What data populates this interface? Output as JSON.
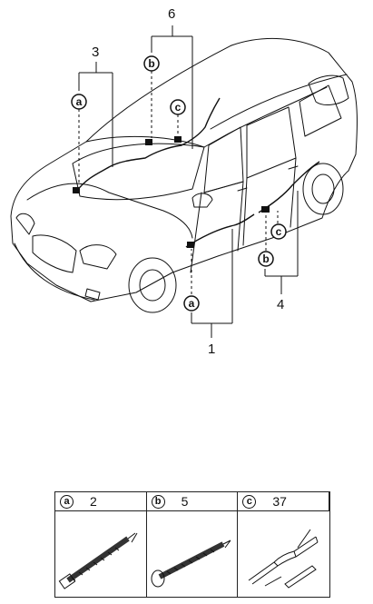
{
  "callouts": {
    "group_6": "6",
    "group_3": "3",
    "group_1": "1",
    "group_4": "4",
    "letter_a": "a",
    "letter_b": "b",
    "letter_c": "c"
  },
  "legend": {
    "items": [
      {
        "letter": "a",
        "qty": "2"
      },
      {
        "letter": "b",
        "qty": "5"
      },
      {
        "letter": "c",
        "qty": "37"
      }
    ]
  }
}
